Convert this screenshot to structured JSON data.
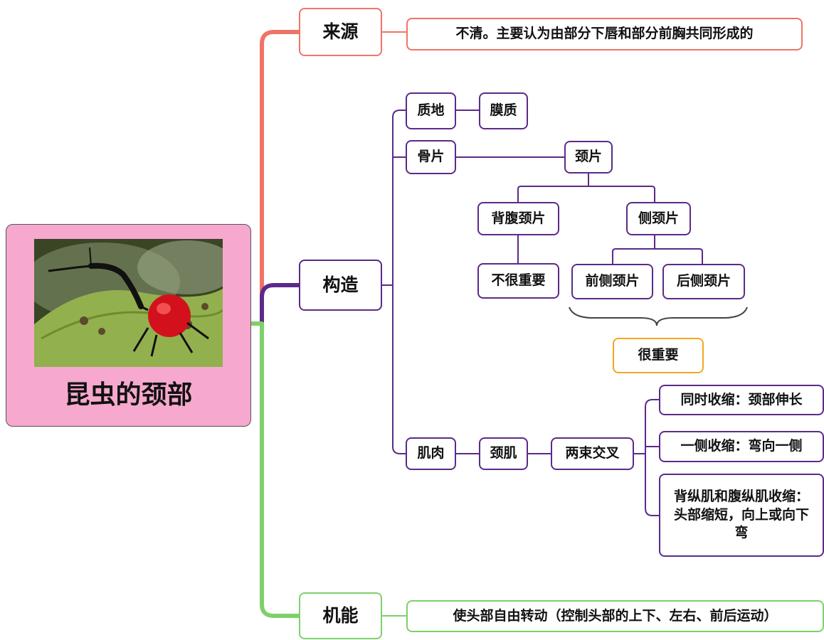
{
  "root": {
    "title": "昆虫的颈部"
  },
  "source": {
    "label": "来源",
    "detail": "不清。主要认为由部分下唇和部分前胸共同形成的"
  },
  "structure": {
    "label": "构造",
    "texture": {
      "label": "质地",
      "value": "膜质"
    },
    "sclerite": {
      "label": "骨片",
      "neck_plate": "颈片",
      "dorsoventral": "背腹颈片",
      "dorsoventral_note": "不很重要",
      "lateral": "侧颈片",
      "anterior_lateral": "前侧颈片",
      "posterior_lateral": "后侧颈片",
      "important_note": "很重要"
    },
    "muscle": {
      "label": "肌肉",
      "neck_muscle": "颈肌",
      "crossing": "两束交叉",
      "effects": [
        "同时收缩：颈部伸长",
        "一侧收缩：弯向一侧",
        "背纵肌和腹纵肌收缩：头部缩短，向上或向下弯"
      ]
    }
  },
  "function": {
    "label": "机能",
    "detail": "使头部自由转动（控制头部的上下、左右、前后运动）"
  },
  "colors": {
    "source_branch": "#f07465",
    "structure_branch": "#5b2a8a",
    "function_branch": "#7ed06a",
    "note_border": "#f4a623",
    "root_fill": "#f7a8cf"
  }
}
